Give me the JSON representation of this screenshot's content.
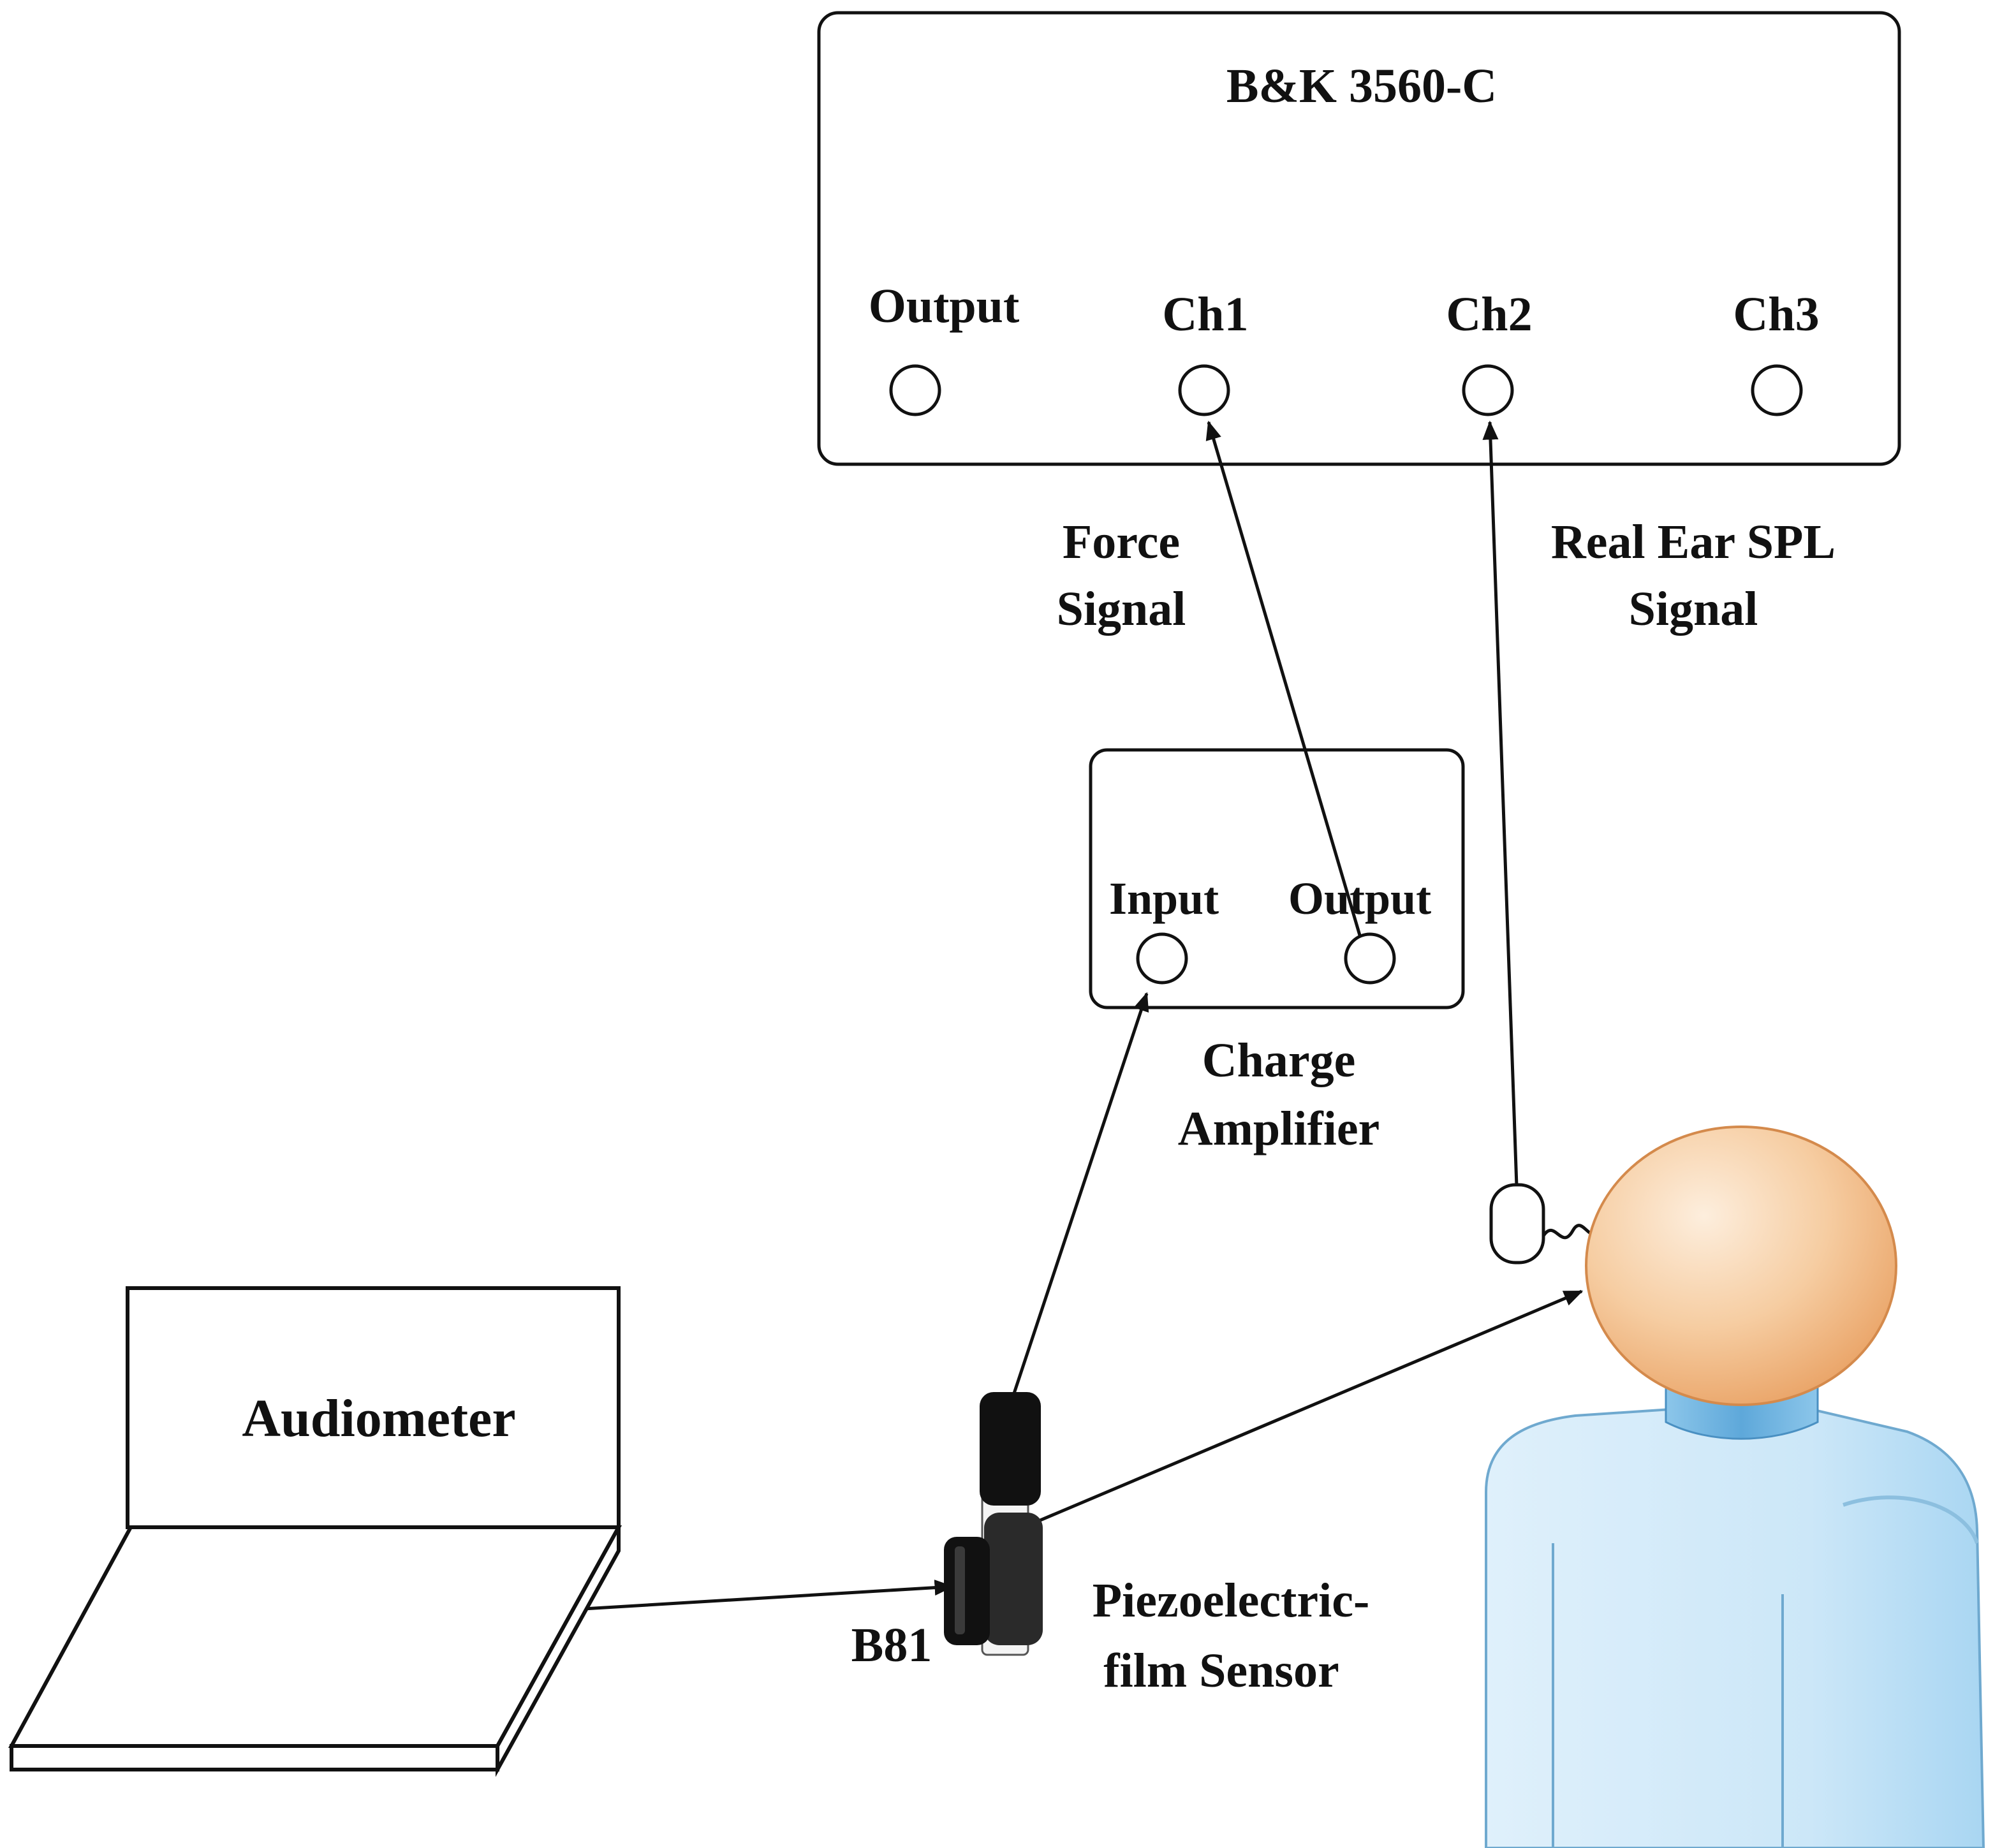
{
  "analyzer": {
    "title": "B&K 3560-C",
    "ports": [
      "Output",
      "Ch1",
      "Ch2",
      "Ch3"
    ]
  },
  "charge_amplifier": {
    "input_label": "Input",
    "output_label": "Output",
    "caption_line1": "Charge",
    "caption_line2": "Amplifier"
  },
  "signals": {
    "force_line1": "Force",
    "force_line2": "Signal",
    "spl_line1": "Real Ear SPL",
    "spl_line2": "Signal"
  },
  "audiometer": {
    "label": "Audiometer"
  },
  "transducer": {
    "label": "B81"
  },
  "sensor": {
    "label_line1": "Piezoelectric-",
    "label_line2": "film Sensor"
  },
  "colors": {
    "line": "#111111",
    "head_light": "#fdeedd",
    "head_dark": "#eaa569",
    "body_light": "#dff0fb",
    "body_dark": "#a9d6f2",
    "collar": "#5ea8da"
  }
}
